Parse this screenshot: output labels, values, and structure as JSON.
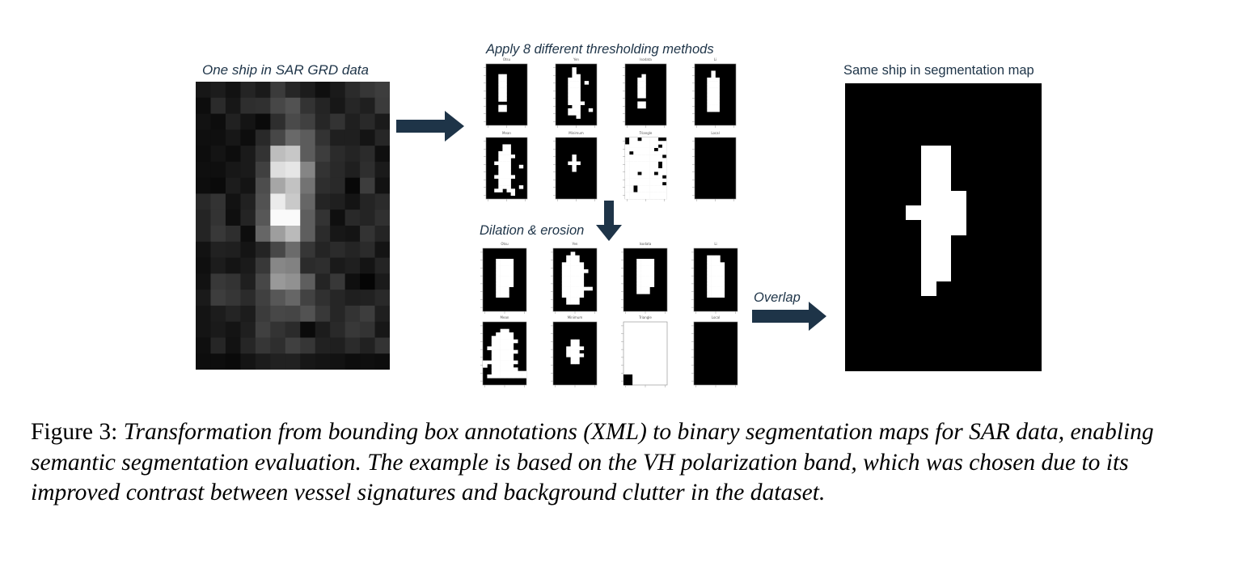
{
  "figure": {
    "sar_title": "One ship in SAR GRD data",
    "threshold_title": "Apply 8 different thresholding methods",
    "dilation_title": "Dilation & erosion",
    "overlap_label": "Overlap",
    "seg_title": "Same ship in segmentation map",
    "colors": {
      "arrow": "#1e3448",
      "label": "#1e3448"
    },
    "sar_pixels": [
      [
        0.09,
        0.11,
        0.07,
        0.14,
        0.1,
        0.23,
        0.15,
        0.11,
        0.06,
        0.1,
        0.17,
        0.21,
        0.24
      ],
      [
        0.05,
        0.17,
        0.09,
        0.18,
        0.19,
        0.28,
        0.32,
        0.2,
        0.14,
        0.09,
        0.15,
        0.12,
        0.23
      ],
      [
        0.07,
        0.05,
        0.13,
        0.08,
        0.04,
        0.18,
        0.29,
        0.25,
        0.15,
        0.2,
        0.12,
        0.16,
        0.1
      ],
      [
        0.06,
        0.06,
        0.09,
        0.05,
        0.16,
        0.28,
        0.41,
        0.36,
        0.2,
        0.12,
        0.12,
        0.08,
        0.15
      ],
      [
        0.05,
        0.08,
        0.05,
        0.1,
        0.2,
        0.74,
        0.78,
        0.36,
        0.24,
        0.17,
        0.14,
        0.17,
        0.06
      ],
      [
        0.06,
        0.06,
        0.09,
        0.1,
        0.25,
        0.87,
        0.9,
        0.52,
        0.2,
        0.16,
        0.12,
        0.18,
        0.1
      ],
      [
        0.05,
        0.04,
        0.11,
        0.08,
        0.3,
        0.65,
        0.76,
        0.45,
        0.18,
        0.16,
        0.03,
        0.24,
        0.07
      ],
      [
        0.16,
        0.2,
        0.07,
        0.13,
        0.32,
        0.92,
        0.79,
        0.4,
        0.14,
        0.12,
        0.08,
        0.14,
        0.17
      ],
      [
        0.14,
        0.2,
        0.06,
        0.14,
        0.34,
        0.98,
        0.98,
        0.37,
        0.2,
        0.06,
        0.16,
        0.14,
        0.19
      ],
      [
        0.14,
        0.22,
        0.18,
        0.05,
        0.4,
        0.62,
        0.73,
        0.37,
        0.17,
        0.09,
        0.08,
        0.2,
        0.14
      ],
      [
        0.07,
        0.13,
        0.12,
        0.08,
        0.14,
        0.28,
        0.42,
        0.21,
        0.14,
        0.17,
        0.14,
        0.17,
        0.08
      ],
      [
        0.06,
        0.11,
        0.08,
        0.1,
        0.22,
        0.53,
        0.51,
        0.17,
        0.18,
        0.1,
        0.12,
        0.08,
        0.14
      ],
      [
        0.07,
        0.22,
        0.2,
        0.12,
        0.28,
        0.6,
        0.57,
        0.37,
        0.14,
        0.22,
        0.06,
        0.02,
        0.1
      ],
      [
        0.1,
        0.24,
        0.21,
        0.17,
        0.25,
        0.34,
        0.4,
        0.26,
        0.19,
        0.15,
        0.12,
        0.13,
        0.16
      ],
      [
        0.08,
        0.11,
        0.14,
        0.11,
        0.23,
        0.28,
        0.27,
        0.32,
        0.22,
        0.15,
        0.2,
        0.24,
        0.12
      ],
      [
        0.08,
        0.1,
        0.08,
        0.12,
        0.25,
        0.2,
        0.17,
        0.04,
        0.11,
        0.16,
        0.22,
        0.2,
        0.09
      ],
      [
        0.06,
        0.15,
        0.07,
        0.15,
        0.21,
        0.18,
        0.25,
        0.21,
        0.13,
        0.12,
        0.17,
        0.13,
        0.2
      ],
      [
        0.05,
        0.05,
        0.04,
        0.08,
        0.11,
        0.13,
        0.13,
        0.09,
        0.08,
        0.07,
        0.05,
        0.06,
        0.05
      ]
    ],
    "threshold_grid": [
      {
        "title": "Otsu",
        "mask": [
          "0000000000",
          "0000000000",
          "0000000000",
          "0001100000",
          "0001100000",
          "0001100000",
          "0001100000",
          "0001100000",
          "0001100000",
          "0001100000",
          "0001100000",
          "0000000000",
          "0001100000",
          "0001100000",
          "0000000000",
          "0000000000",
          "0000000000",
          "0000000000"
        ]
      },
      {
        "title": "Yen",
        "mask": [
          "0000000000",
          "0000100000",
          "0000100000",
          "0000110000",
          "0001110000",
          "0001110100",
          "0001110000",
          "0001110000",
          "0001110000",
          "0001110000",
          "0001110000",
          "0001111000",
          "0000110000",
          "0001110010",
          "0001110000",
          "0000010000",
          "0000000000",
          "0000000000"
        ]
      },
      {
        "title": "Isodata",
        "mask": [
          "0000000000",
          "0000000000",
          "0000000000",
          "0000100000",
          "0001100000",
          "0001100000",
          "0001100000",
          "0001100000",
          "0001100000",
          "0001100000",
          "0000000000",
          "0001100000",
          "0001100000",
          "0000000000",
          "0000000000",
          "0000000000",
          "0000000000",
          "0000000000"
        ]
      },
      {
        "title": "Li",
        "mask": [
          "0000000000",
          "0000000000",
          "0000100000",
          "0000100000",
          "0001110000",
          "0001110000",
          "0001110000",
          "0001110000",
          "0001110000",
          "0001110000",
          "0001110000",
          "0001110000",
          "0001110000",
          "0001110000",
          "0000000000",
          "0000000000",
          "0000000000",
          "0000000000"
        ]
      },
      {
        "title": "Mean",
        "mask": [
          "0000000000",
          "0000000000",
          "0000110000",
          "0000110000",
          "0001110000",
          "0001111000",
          "0001110000",
          "0011110000",
          "0001110010",
          "0001110000",
          "0001110000",
          "0011111000",
          "0001110000",
          "0001110000",
          "0001110010",
          "0011011000",
          "0000001000",
          "0000000000"
        ]
      },
      {
        "title": "Minimum",
        "mask": [
          "0000000000",
          "0000000000",
          "0000000000",
          "0000000000",
          "0000000000",
          "0000100000",
          "0000100000",
          "0001110000",
          "0000100000",
          "0000100000",
          "0000000000",
          "0000000000",
          "0000000000",
          "0000000000",
          "0000000000",
          "0000000000",
          "0000000000",
          "0000000000"
        ]
      },
      {
        "title": "Triangle",
        "mask": [
          "0110111100",
          "0111111111",
          "1111111101",
          "1111111011",
          "1011111111",
          "1111111110",
          "1111111111",
          "1111111101",
          "1111111101",
          "1111111111",
          "1110111011",
          "1111111110",
          "1111111111",
          "1111111110",
          "1101111111",
          "1101111111",
          "1111111111",
          "1111111111"
        ]
      },
      {
        "title": "Local",
        "mask": [
          "0000000000",
          "0000000000",
          "0000000000",
          "0000000000",
          "0000000000",
          "0000000000",
          "0000000000",
          "0000000000",
          "0000000000",
          "0000000000",
          "0000000000",
          "0000000000",
          "0000000000",
          "0000000000",
          "0000000000",
          "0000000000",
          "0000000000",
          "0000000000"
        ]
      }
    ],
    "dilation_grid": [
      {
        "title": "Otsu",
        "mask": [
          "0000000000",
          "0000000000",
          "0000000000",
          "0001111000",
          "0001111000",
          "0001111000",
          "0001111000",
          "0001111000",
          "0001111000",
          "0001111000",
          "0001111000",
          "0001110000",
          "0001110000",
          "0001110000",
          "0000000000",
          "0000000000",
          "0000000000",
          "0000000000"
        ]
      },
      {
        "title": "Yen",
        "mask": [
          "0000000000",
          "0000100000",
          "0001110000",
          "0001110000",
          "0011111000",
          "0011111000",
          "0011111100",
          "0011111000",
          "0011111000",
          "0011111000",
          "0011111000",
          "0011111110",
          "0011111000",
          "0011111000",
          "0001110000",
          "0001110000",
          "0000000000",
          "0000000000"
        ]
      },
      {
        "title": "Isodata",
        "mask": [
          "0000000000",
          "0000000000",
          "0000000000",
          "0001111000",
          "0001111000",
          "0001111000",
          "0001111000",
          "0001111000",
          "0001111000",
          "0001111000",
          "0001111000",
          "0001110000",
          "0001110000",
          "0000000000",
          "0000000000",
          "0000000000",
          "0000000000",
          "0000000000"
        ]
      },
      {
        "title": "Li",
        "mask": [
          "0000000000",
          "0000000000",
          "0001110000",
          "0001110000",
          "0001111000",
          "0001111000",
          "0001111000",
          "0001111000",
          "0001111000",
          "0001111000",
          "0001111000",
          "0001111000",
          "0001111000",
          "0001111000",
          "0000000000",
          "0000000000",
          "0000000000",
          "0000000000"
        ]
      },
      {
        "title": "Mean",
        "mask": [
          "0000000000",
          "0000000000",
          "0000110000",
          "0001111000",
          "0011111000",
          "0011111100",
          "0011111000",
          "0111111000",
          "0011111100",
          "0011111000",
          "0011111000",
          "1111111100",
          "1011111000",
          "0011111100",
          "0011111111",
          "0111111111",
          "0000000000",
          "0000000000"
        ]
      },
      {
        "title": "Minimum",
        "mask": [
          "0000000000",
          "0000000000",
          "0000000000",
          "0000000000",
          "0000000000",
          "0000110000",
          "0000110000",
          "0001111000",
          "0001110000",
          "0001111000",
          "0000110000",
          "0000110000",
          "0000000000",
          "0000000000",
          "0000000000",
          "0000000000",
          "0000000000",
          "0000000000"
        ]
      },
      {
        "title": "Triangle",
        "mask": [
          "0000000000",
          "0000000000",
          "0000000000",
          "0000000000",
          "0000000000",
          "0000000000",
          "0000000000",
          "0000000000",
          "0000000000",
          "0000000000",
          "0000000000",
          "0000000000",
          "0000000000",
          "0000000000",
          "0000000000",
          "1100000000",
          "1100000000",
          "1100000000"
        ],
        "invert": true
      },
      {
        "title": "Local",
        "mask": [
          "0000000000",
          "0000000000",
          "0000000000",
          "0000000000",
          "0000000000",
          "0000000000",
          "0000000000",
          "0000000000",
          "0000000000",
          "0000000000",
          "0000000000",
          "0000000000",
          "0000000000",
          "0000000000",
          "0000000000",
          "0000000000",
          "0000000000",
          "0000000000"
        ]
      }
    ]
  },
  "caption": {
    "label": "Figure 3:",
    "text": "Transformation from bounding box annotations (XML) to binary segmentation maps for SAR data, enabling semantic segmentation evaluation.  The example is based on the VH polarization band, which was chosen due to its improved contrast between vessel signatures and background clutter in the dataset."
  }
}
